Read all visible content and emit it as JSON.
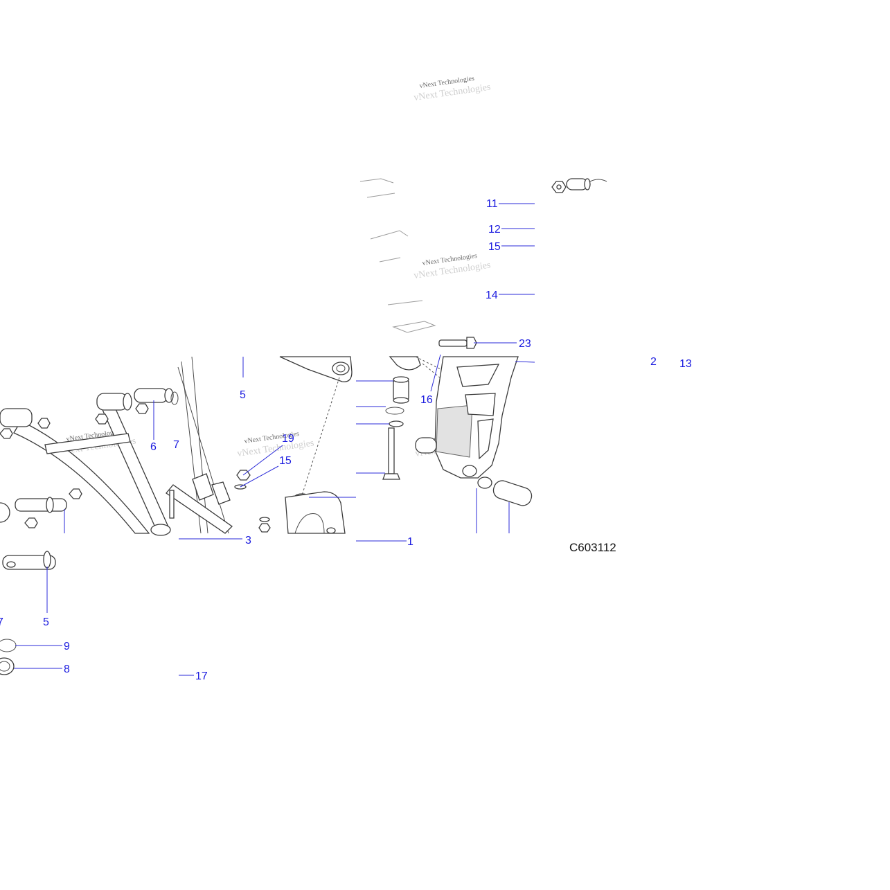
{
  "diagram": {
    "figure_code": "C603112",
    "watermark": "vNext Technologies",
    "callouts": [
      {
        "id": "c11",
        "label": "11"
      },
      {
        "id": "c12",
        "label": "12"
      },
      {
        "id": "c15a",
        "label": "15"
      },
      {
        "id": "c14",
        "label": "14"
      },
      {
        "id": "c23",
        "label": "23"
      },
      {
        "id": "c2",
        "label": "2"
      },
      {
        "id": "c13",
        "label": "13"
      },
      {
        "id": "c16",
        "label": "16"
      },
      {
        "id": "c5a",
        "label": "5"
      },
      {
        "id": "c6",
        "label": "6"
      },
      {
        "id": "c7a",
        "label": "7"
      },
      {
        "id": "c19",
        "label": "19"
      },
      {
        "id": "c15b",
        "label": "15"
      },
      {
        "id": "c3",
        "label": "3"
      },
      {
        "id": "c1",
        "label": "1"
      },
      {
        "id": "c5b",
        "label": "5"
      },
      {
        "id": "c7b",
        "label": "7"
      },
      {
        "id": "c9",
        "label": "9"
      },
      {
        "id": "c8",
        "label": "8"
      },
      {
        "id": "c17",
        "label": "17"
      }
    ]
  }
}
